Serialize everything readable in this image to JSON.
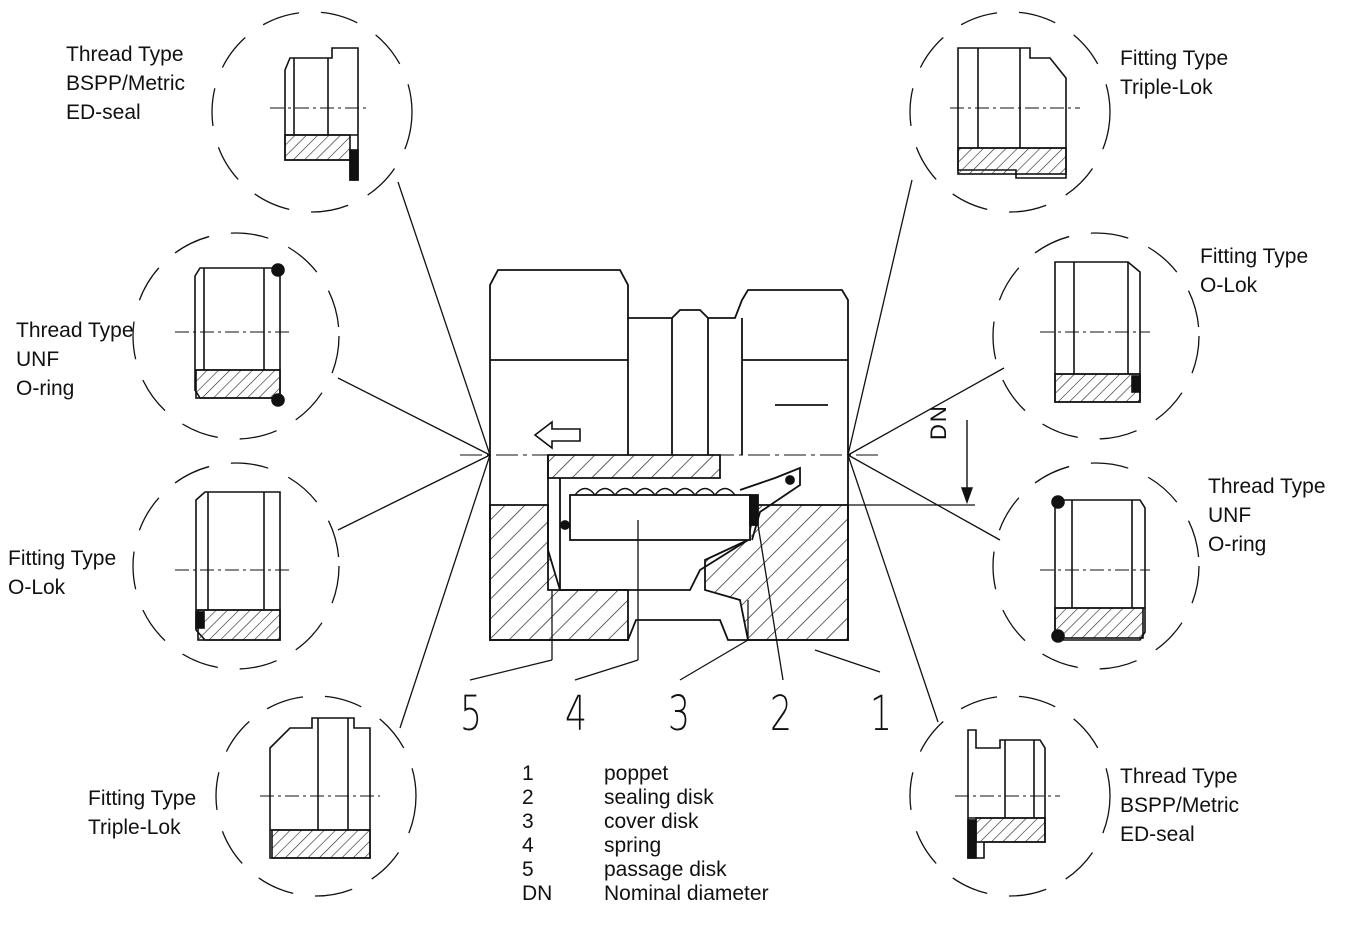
{
  "labels": {
    "tl": [
      "Thread Type",
      "BSPP/Metric",
      "ED-seal"
    ],
    "ml1": [
      "Thread Type",
      "UNF",
      "O-ring"
    ],
    "ml2": [
      "Fitting Type",
      "O-Lok"
    ],
    "bl": [
      "Fitting Type",
      "Triple-Lok"
    ],
    "tr": [
      "Fitting Type",
      "Triple-Lok"
    ],
    "mr1": [
      "Fitting Type",
      "O-Lok"
    ],
    "mr2": [
      "Thread Type",
      "UNF",
      "O-ring"
    ],
    "br": [
      "Thread Type",
      "BSPP/Metric",
      "ED-seal"
    ]
  },
  "numbers": [
    "5",
    "4",
    "3",
    "2",
    "1"
  ],
  "dn_label": "DN",
  "legend": [
    {
      "key": "1",
      "text": "poppet"
    },
    {
      "key": "2",
      "text": "sealing disk"
    },
    {
      "key": "3",
      "text": "cover disk"
    },
    {
      "key": "4",
      "text": "spring"
    },
    {
      "key": "5",
      "text": "passage disk"
    },
    {
      "key": "DN",
      "text": "Nominal diameter"
    }
  ]
}
